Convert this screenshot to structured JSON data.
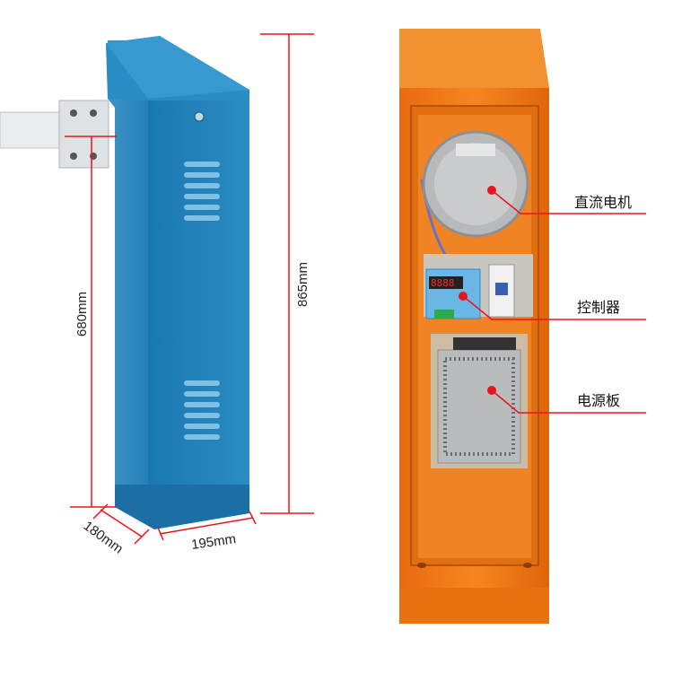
{
  "dimensions": {
    "height_total": "865mm",
    "height_arm": "680mm",
    "depth": "180mm",
    "width": "195mm"
  },
  "callouts": {
    "motor": "直流电机",
    "controller": "控制器",
    "power_board": "电源板"
  },
  "colors": {
    "blue_cabinet": "#1f7fb5",
    "orange_cabinet": "#f07a1a",
    "dimension_line": "#e8141c"
  },
  "controller_display": "8888"
}
